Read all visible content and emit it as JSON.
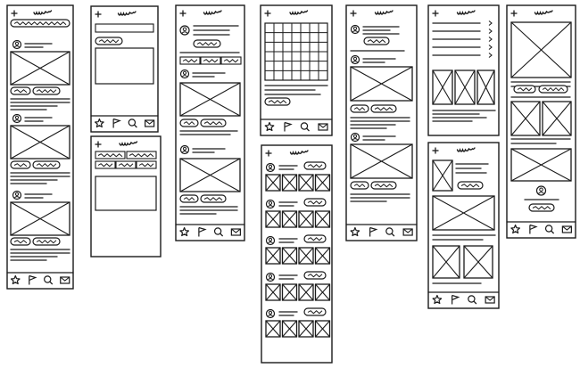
{
  "title": "",
  "colors": {
    "stroke": "#1a1a1a",
    "background": "#ffffff"
  },
  "icons": {
    "add": "plus-icon",
    "logo": "scribble-logo-icon",
    "favorite": "star-icon",
    "report": "flag-icon",
    "search": "magnifier-icon",
    "messages": "mail-icon",
    "avatar": "avatar-icon",
    "image": "image-placeholder-icon",
    "more": "chevron-right-icon"
  },
  "screens": [
    {
      "id": "home-feed",
      "tab_bar": true
    },
    {
      "id": "create-post",
      "tab_bar": true
    },
    {
      "id": "create-post-tags",
      "tab_bar": false
    },
    {
      "id": "profile-feed",
      "tab_bar": true
    },
    {
      "id": "calendar",
      "tab_bar": true
    },
    {
      "id": "gallery-list",
      "tab_bar": false
    },
    {
      "id": "post-feed",
      "tab_bar": true
    },
    {
      "id": "menu-settings",
      "tab_bar": false
    },
    {
      "id": "image-detail",
      "tab_bar": true
    },
    {
      "id": "collage-profile",
      "tab_bar": true
    }
  ]
}
